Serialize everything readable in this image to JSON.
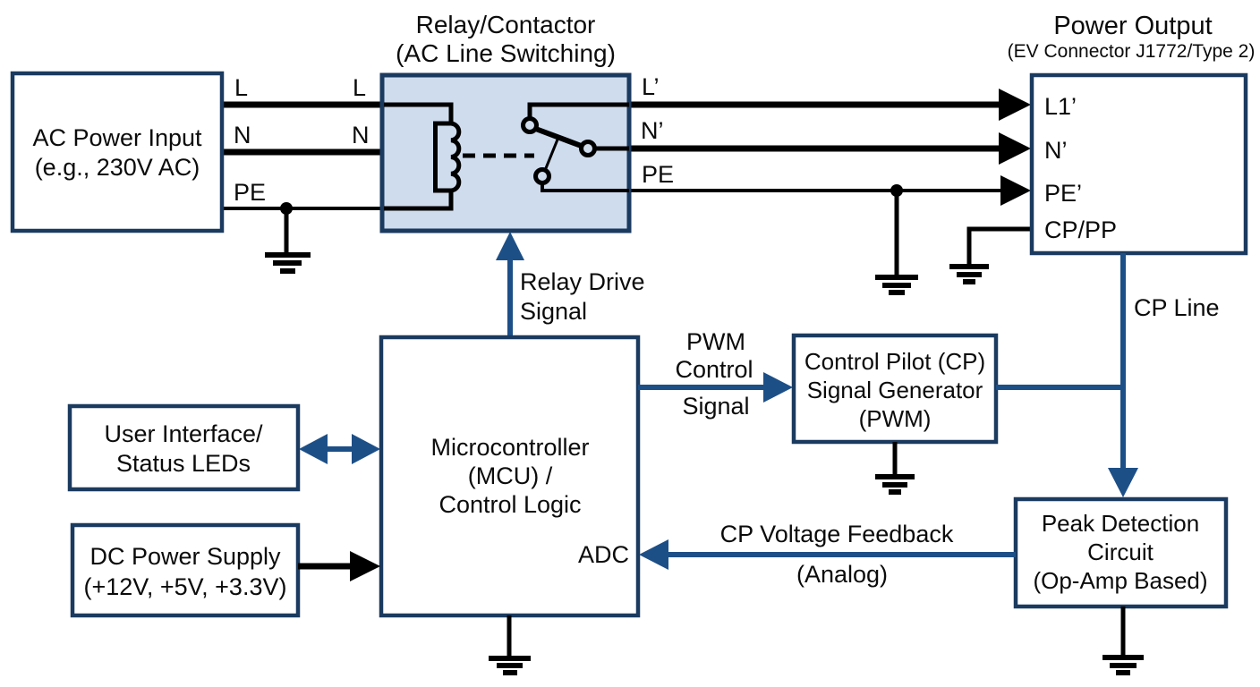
{
  "colors": {
    "border": "#1b3a5f",
    "relay_fill": "#cfdcee",
    "arrow": "#1d4f87",
    "wire": "#000000",
    "text": "#0b0b0b",
    "background": "#ffffff"
  },
  "blocks": {
    "ac_input": {
      "line1": "AC Power Input",
      "line2": "(e.g., 230V AC)"
    },
    "relay": {
      "title1": "Relay/Contactor",
      "title2": "(AC Line Switching)"
    },
    "power_output": {
      "title1": "Power Output",
      "title2": "(EV Connector J1772/Type 2)",
      "pin1": "L1’",
      "pin2": "N’",
      "pin3": "PE’",
      "pin4": "CP/PP"
    },
    "mcu": {
      "line1": "Microcontroller",
      "line2": "(MCU) /",
      "line3": "Control Logic",
      "adc": "ADC"
    },
    "ui": {
      "line1": "User Interface/",
      "line2": "Status LEDs"
    },
    "dc": {
      "line1": "DC Power Supply",
      "line2": "(+12V, +5V, +3.3V)"
    },
    "cp_gen": {
      "line1": "Control Pilot (CP)",
      "line2": "Signal Generator",
      "line3": "(PWM)"
    },
    "peak": {
      "line1": "Peak Detection",
      "line2": "Circuit",
      "line3": "(Op-Amp Based)"
    }
  },
  "wires": {
    "l_in": "L",
    "l_relay": "L",
    "n_in": "N",
    "n_relay": "N",
    "pe_in": "PE",
    "l_out": "L’",
    "n_out": "N’",
    "pe_out": "PE",
    "relay_drive1": "Relay Drive",
    "relay_drive2": "Signal",
    "pwm1": "PWM",
    "pwm2": "Control",
    "pwm3": "Signal",
    "cp_line": "CP Line",
    "feedback1": "CP Voltage Feedback",
    "feedback2": "(Analog)"
  }
}
